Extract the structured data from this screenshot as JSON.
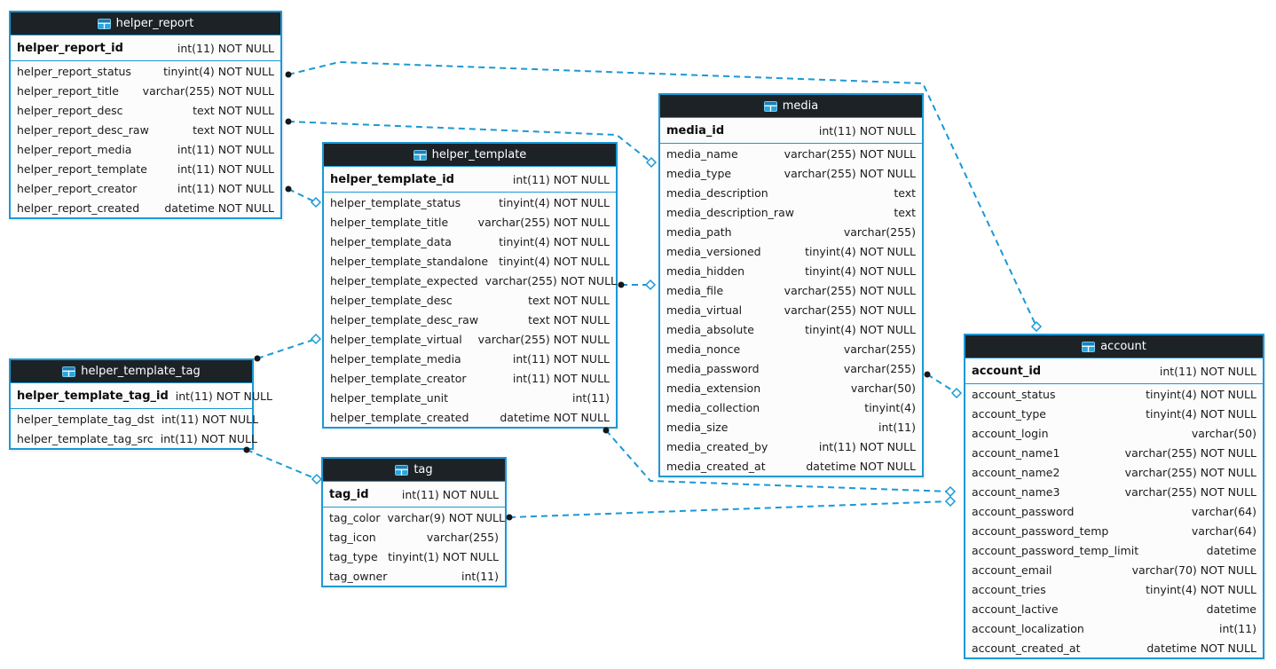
{
  "diagram": {
    "colors": {
      "accent": "#1a99d6",
      "header_bg": "#1d2227",
      "header_text": "#ffffff",
      "row_bg": "#fcfcfc",
      "text": "#1b1b1b",
      "connector": "#1a99d6",
      "connector_dot": "#14181c",
      "icon_blue": "#2aa5de"
    },
    "tables": [
      {
        "name": "helper_report",
        "icon": "table-icon",
        "primary_key": {
          "name": "helper_report_id",
          "type": "int(11) NOT NULL"
        },
        "columns": [
          {
            "name": "helper_report_status",
            "type": "tinyint(4) NOT NULL"
          },
          {
            "name": "helper_report_title",
            "type": "varchar(255) NOT NULL"
          },
          {
            "name": "helper_report_desc",
            "type": "text NOT NULL"
          },
          {
            "name": "helper_report_desc_raw",
            "type": "text NOT NULL"
          },
          {
            "name": "helper_report_media",
            "type": "int(11) NOT NULL"
          },
          {
            "name": "helper_report_template",
            "type": "int(11) NOT NULL"
          },
          {
            "name": "helper_report_creator",
            "type": "int(11) NOT NULL"
          },
          {
            "name": "helper_report_created",
            "type": "datetime NOT NULL"
          }
        ]
      },
      {
        "name": "helper_template",
        "icon": "table-icon",
        "primary_key": {
          "name": "helper_template_id",
          "type": "int(11) NOT NULL"
        },
        "columns": [
          {
            "name": "helper_template_status",
            "type": "tinyint(4) NOT NULL"
          },
          {
            "name": "helper_template_title",
            "type": "varchar(255) NOT NULL"
          },
          {
            "name": "helper_template_data",
            "type": "tinyint(4) NOT NULL"
          },
          {
            "name": "helper_template_standalone",
            "type": "tinyint(4) NOT NULL"
          },
          {
            "name": "helper_template_expected",
            "type": "varchar(255) NOT NULL"
          },
          {
            "name": "helper_template_desc",
            "type": "text NOT NULL"
          },
          {
            "name": "helper_template_desc_raw",
            "type": "text NOT NULL"
          },
          {
            "name": "helper_template_virtual",
            "type": "varchar(255) NOT NULL"
          },
          {
            "name": "helper_template_media",
            "type": "int(11) NOT NULL"
          },
          {
            "name": "helper_template_creator",
            "type": "int(11) NOT NULL"
          },
          {
            "name": "helper_template_unit",
            "type": "int(11)"
          },
          {
            "name": "helper_template_created",
            "type": "datetime NOT NULL"
          }
        ]
      },
      {
        "name": "helper_template_tag",
        "icon": "table-icon",
        "primary_key": {
          "name": "helper_template_tag_id",
          "type": "int(11) NOT NULL"
        },
        "columns": [
          {
            "name": "helper_template_tag_dst",
            "type": "int(11) NOT NULL"
          },
          {
            "name": "helper_template_tag_src",
            "type": "int(11) NOT NULL"
          }
        ]
      },
      {
        "name": "tag",
        "icon": "table-icon",
        "primary_key": {
          "name": "tag_id",
          "type": "int(11) NOT NULL"
        },
        "columns": [
          {
            "name": "tag_color",
            "type": "varchar(9) NOT NULL"
          },
          {
            "name": "tag_icon",
            "type": "varchar(255)"
          },
          {
            "name": "tag_type",
            "type": "tinyint(1) NOT NULL"
          },
          {
            "name": "tag_owner",
            "type": "int(11)"
          }
        ]
      },
      {
        "name": "media",
        "icon": "table-icon",
        "primary_key": {
          "name": "media_id",
          "type": "int(11) NOT NULL"
        },
        "columns": [
          {
            "name": "media_name",
            "type": "varchar(255) NOT NULL"
          },
          {
            "name": "media_type",
            "type": "varchar(255) NOT NULL"
          },
          {
            "name": "media_description",
            "type": "text"
          },
          {
            "name": "media_description_raw",
            "type": "text"
          },
          {
            "name": "media_path",
            "type": "varchar(255)"
          },
          {
            "name": "media_versioned",
            "type": "tinyint(4) NOT NULL"
          },
          {
            "name": "media_hidden",
            "type": "tinyint(4) NOT NULL"
          },
          {
            "name": "media_file",
            "type": "varchar(255) NOT NULL"
          },
          {
            "name": "media_virtual",
            "type": "varchar(255) NOT NULL"
          },
          {
            "name": "media_absolute",
            "type": "tinyint(4) NOT NULL"
          },
          {
            "name": "media_nonce",
            "type": "varchar(255)"
          },
          {
            "name": "media_password",
            "type": "varchar(255)"
          },
          {
            "name": "media_extension",
            "type": "varchar(50)"
          },
          {
            "name": "media_collection",
            "type": "tinyint(4)"
          },
          {
            "name": "media_size",
            "type": "int(11)"
          },
          {
            "name": "media_created_by",
            "type": "int(11) NOT NULL"
          },
          {
            "name": "media_created_at",
            "type": "datetime NOT NULL"
          }
        ]
      },
      {
        "name": "account",
        "icon": "table-icon",
        "primary_key": {
          "name": "account_id",
          "type": "int(11) NOT NULL"
        },
        "columns": [
          {
            "name": "account_status",
            "type": "tinyint(4) NOT NULL"
          },
          {
            "name": "account_type",
            "type": "tinyint(4) NOT NULL"
          },
          {
            "name": "account_login",
            "type": "varchar(50)"
          },
          {
            "name": "account_name1",
            "type": "varchar(255) NOT NULL"
          },
          {
            "name": "account_name2",
            "type": "varchar(255) NOT NULL"
          },
          {
            "name": "account_name3",
            "type": "varchar(255) NOT NULL"
          },
          {
            "name": "account_password",
            "type": "varchar(64)"
          },
          {
            "name": "account_password_temp",
            "type": "varchar(64)"
          },
          {
            "name": "account_password_temp_limit",
            "type": "datetime"
          },
          {
            "name": "account_email",
            "type": "varchar(70) NOT NULL"
          },
          {
            "name": "account_tries",
            "type": "tinyint(4) NOT NULL"
          },
          {
            "name": "account_lactive",
            "type": "datetime"
          },
          {
            "name": "account_localization",
            "type": "int(11)"
          },
          {
            "name": "account_created_at",
            "type": "datetime NOT NULL"
          }
        ]
      }
    ],
    "connections": [
      {
        "id": "report-account",
        "from": "helper_report.helper_report_status",
        "to": "account"
      },
      {
        "id": "report-media",
        "from": "helper_report.helper_report_desc_raw",
        "to": "media"
      },
      {
        "id": "report-template",
        "from": "helper_report.helper_report_creator",
        "to": "helper_template"
      },
      {
        "id": "templatetag-template",
        "from": "helper_template_tag",
        "to": "helper_template.helper_template_virtual"
      },
      {
        "id": "templatetag-tag",
        "from": "helper_template_tag",
        "to": "tag"
      },
      {
        "id": "template-media",
        "from": "helper_template.helper_template_expected",
        "to": "media.media_file"
      },
      {
        "id": "template-account",
        "from": "helper_template",
        "to": "account.account_name3"
      },
      {
        "id": "tag-account",
        "from": "tag.tag_color",
        "to": "account"
      },
      {
        "id": "media-account",
        "from": "media.media_password",
        "to": "account.account_status"
      }
    ]
  }
}
